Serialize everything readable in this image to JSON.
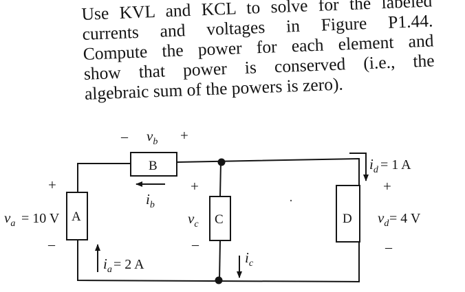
{
  "problem": {
    "lines": [
      "Use KVL and KCL to solve for the labeled",
      "currents and voltages in Figure P1.44.",
      "Compute the power for each element and",
      "show that power is conserved (i.e., the",
      "algebraic sum of the powers is zero)."
    ]
  },
  "circuit": {
    "elements": {
      "a": "A",
      "b": "B",
      "c": "C",
      "d": "D"
    },
    "labels": {
      "vb_minus": "–",
      "vb_symbol": "vb",
      "vb_plus": "+",
      "ib_symbol": "ib",
      "va_plus": "+",
      "va_symbol": "va",
      "va_value": "= 10 V",
      "va_minus": "–",
      "ia_symbol": "ia",
      "ia_value": "= 2 A",
      "vc_plus": "+",
      "vc_symbol": "vc",
      "vc_minus": "–",
      "ic_symbol": "ic",
      "id_symbol": "id",
      "id_value": "= 1 A",
      "vd_plus": "+",
      "vd_symbol": "vd",
      "vd_value": "= 4 V",
      "vd_minus": "–"
    }
  }
}
